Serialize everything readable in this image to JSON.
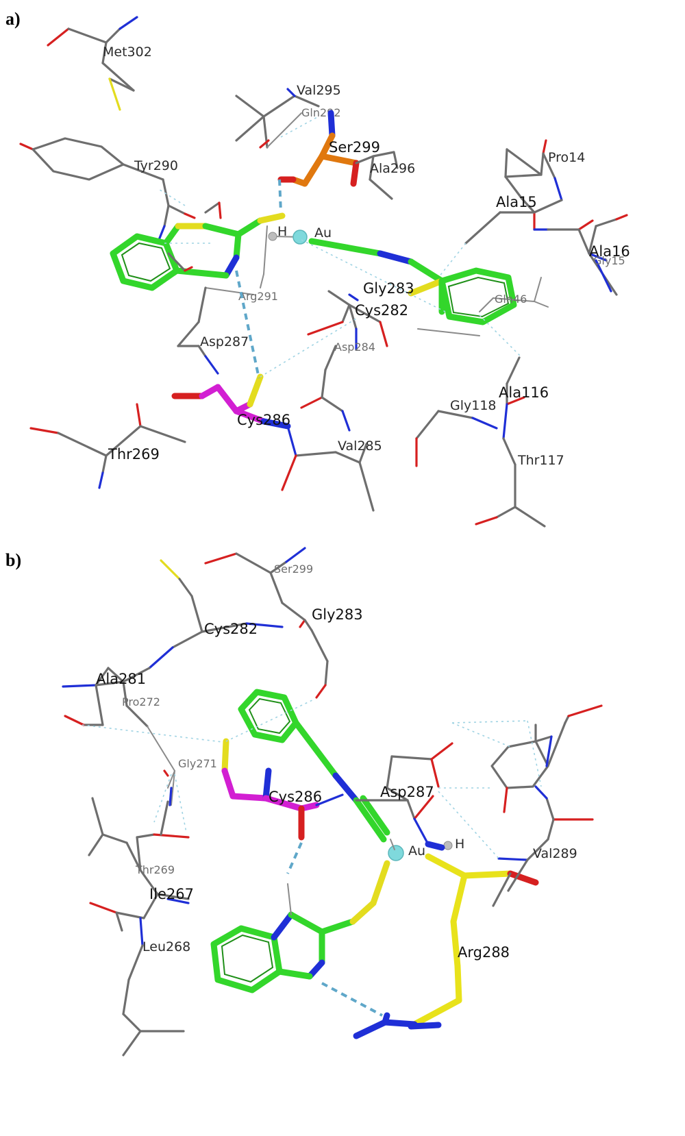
{
  "panels": [
    {
      "letter": "a)",
      "labels": {
        "met302": "Met302",
        "val295": "Val295",
        "gln292": "Gln292",
        "ser299": "Ser299",
        "ala296": "Ala296",
        "tyr290": "Tyr290",
        "pro14": "Pro14",
        "ala15": "Ala15",
        "ala16": "Ala16",
        "gly15": "Gly15",
        "h": "H",
        "au": "Au",
        "arg291": "Arg291",
        "gly283": "Gly283",
        "cys282": "Cys282",
        "gln46": "Gln46",
        "asp287": "Asp287",
        "asp284": "Asp284",
        "ala116": "Ala116",
        "gly118": "Gly118",
        "cys286": "Cys286",
        "thr269": "Thr269",
        "val285": "Val285",
        "thr117": "Thr117"
      }
    },
    {
      "letter": "b)",
      "labels": {
        "ser299": "Ser299",
        "gly283": "Gly283",
        "cys282": "Cys282",
        "ala281": "Ala281",
        "pro272": "Pro272",
        "gly271": "Gly271",
        "cys286": "Cys286",
        "asp287": "Asp287",
        "au": "Au",
        "h": "H",
        "val289": "Val289",
        "thr269": "Thr269",
        "ile267": "Ile267",
        "leu268": "Leu268",
        "arg288": "Arg288"
      }
    }
  ],
  "colors": {
    "carbon": "#6e6e6e",
    "oxygen": "#d62020",
    "nitrogen": "#1f2fd6",
    "sulfur": "#e3dc1f",
    "ligand_carbon": "#33d62b",
    "cys286_carbon": "#d21fd2",
    "ser299_carbon": "#e0780f",
    "arg288_carbon": "#e8e21b",
    "gold": "#7fd9dc",
    "hbond": "#7fb9d6"
  }
}
